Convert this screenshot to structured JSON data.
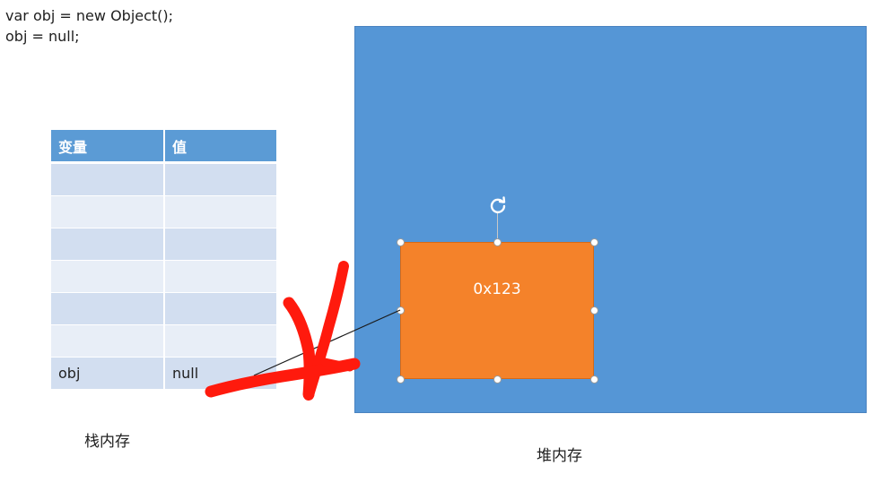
{
  "code": {
    "line1": "var obj = new Object();",
    "line2": "obj = null;"
  },
  "stack_table": {
    "headers": [
      "变量",
      "值"
    ],
    "rows": [
      [
        "",
        ""
      ],
      [
        "",
        ""
      ],
      [
        "",
        ""
      ],
      [
        "",
        ""
      ],
      [
        "",
        ""
      ],
      [
        "",
        ""
      ],
      [
        "obj",
        "null"
      ]
    ]
  },
  "stack_label": "栈内存",
  "heap_label": "堆内存",
  "heap_object": {
    "address": "0x123"
  },
  "colors": {
    "heap": "#5596d6",
    "object": "#f4822a",
    "table_header": "#5b9bd5",
    "cross_mark": "#ff1a0d"
  },
  "icons": {
    "rotate": "rotate-icon"
  }
}
